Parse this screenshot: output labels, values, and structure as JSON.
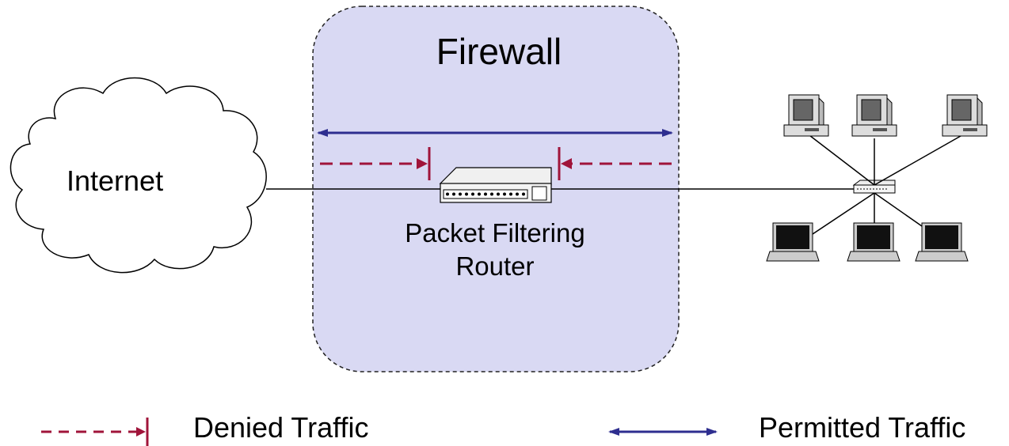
{
  "diagram": {
    "firewall_title": "Firewall",
    "internet_label": "Internet",
    "router_label_line1": "Packet Filtering",
    "router_label_line2": "Router",
    "legend": {
      "denied_label": "Denied Traffic",
      "permitted_label": "Permitted Traffic"
    },
    "colors": {
      "firewall_fill": "#d9d9f3",
      "denied": "#a0143a",
      "permitted": "#2e2e8f"
    },
    "icons": [
      "cloud-icon",
      "router-icon",
      "hub-icon",
      "desktop-computer-icon",
      "laptop-icon"
    ]
  }
}
